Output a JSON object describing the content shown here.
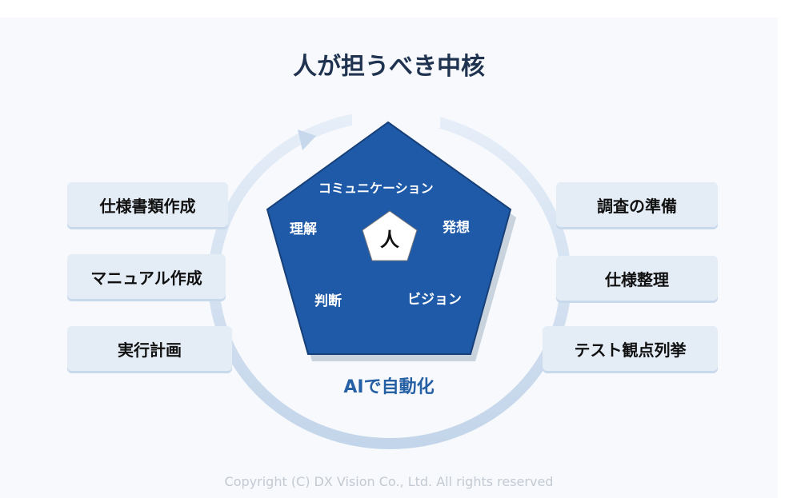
{
  "title": "人が担うべき中核",
  "left_tasks": [
    "仕様書類作成",
    "マニュアル作成",
    "実行計画"
  ],
  "right_tasks": [
    "調査の準備",
    "仕様整理",
    "テスト観点列挙"
  ],
  "pentagon": {
    "labels": [
      "コミュニケーション",
      "理解",
      "発想",
      "判断",
      "ビジョン"
    ],
    "core": "人",
    "caption": "AIで自動化",
    "color": "#1f5aa8"
  },
  "copyright": "Copyright (C) DX Vision Co., Ltd. All rights reserved"
}
